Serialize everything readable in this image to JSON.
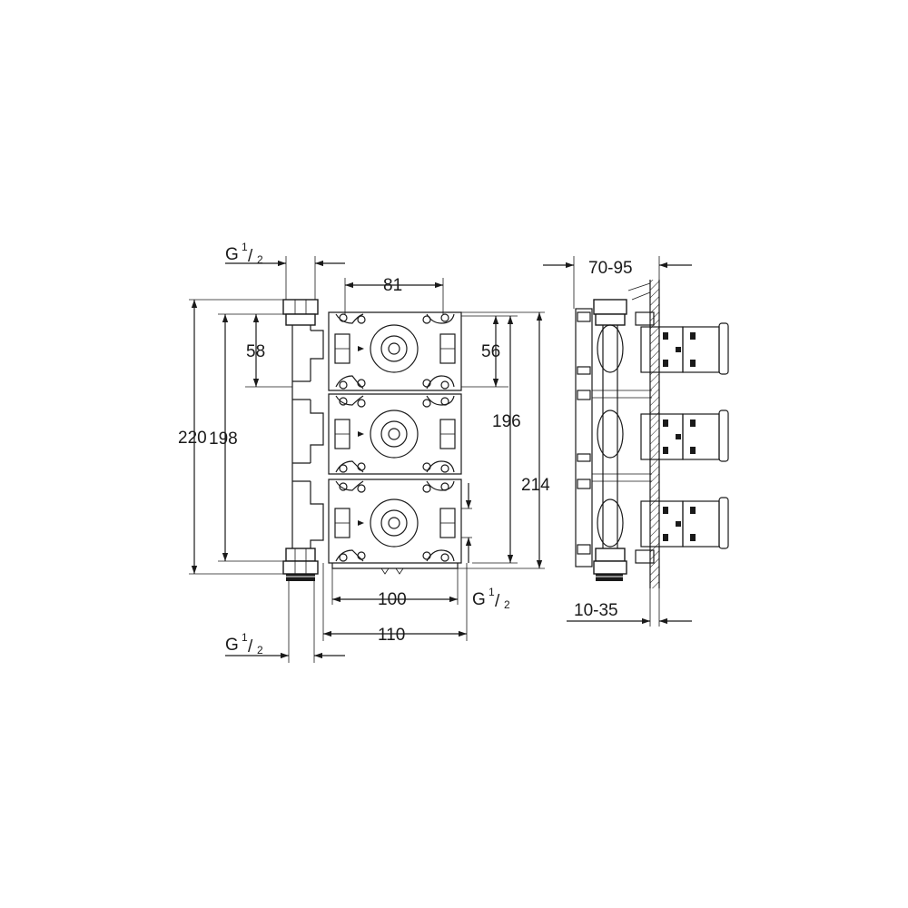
{
  "front_view": {
    "thread_top": {
      "main": "G",
      "num": "1",
      "den": "2"
    },
    "thread_right": {
      "main": "G",
      "num": "1",
      "den": "2"
    },
    "thread_bottom": {
      "main": "G",
      "num": "1",
      "den": "2"
    },
    "dim_width_top": "81",
    "dim_height_220": "220",
    "dim_height_198": "198",
    "dim_pitch_left": "58",
    "dim_pitch_right": "56",
    "dim_height_196": "196",
    "dim_height_214": "214",
    "dim_width_100": "100",
    "dim_width_110": "110"
  },
  "side_view": {
    "dim_depth": "70-95",
    "dim_wall": "10-35"
  }
}
